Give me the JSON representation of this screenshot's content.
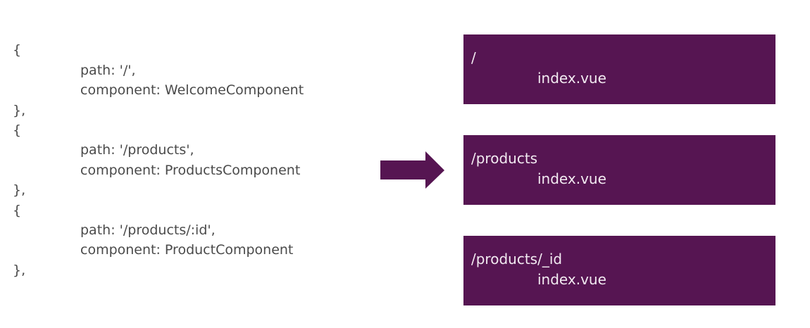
{
  "code": {
    "open_1": "{",
    "path_1": "path: '/',",
    "component_1": "component: WelcomeComponent",
    "close_1": "},",
    "open_2": "{",
    "path_2": "path: '/products',",
    "component_2": "component: ProductsComponent",
    "close_2": "},",
    "open_3": "{",
    "path_3": "path: '/products/:id',",
    "component_3": "component: ProductComponent",
    "close_3": "},"
  },
  "routes": [
    {
      "path": "/",
      "file": "index.vue"
    },
    {
      "path": "/products",
      "file": "index.vue"
    },
    {
      "path": "/products/_id",
      "file": "index.vue"
    }
  ],
  "colors": {
    "box_fill": "#561552",
    "arrow_fill": "#561552",
    "code_text": "#4a4a4a",
    "box_text": "#f2eaf1"
  }
}
